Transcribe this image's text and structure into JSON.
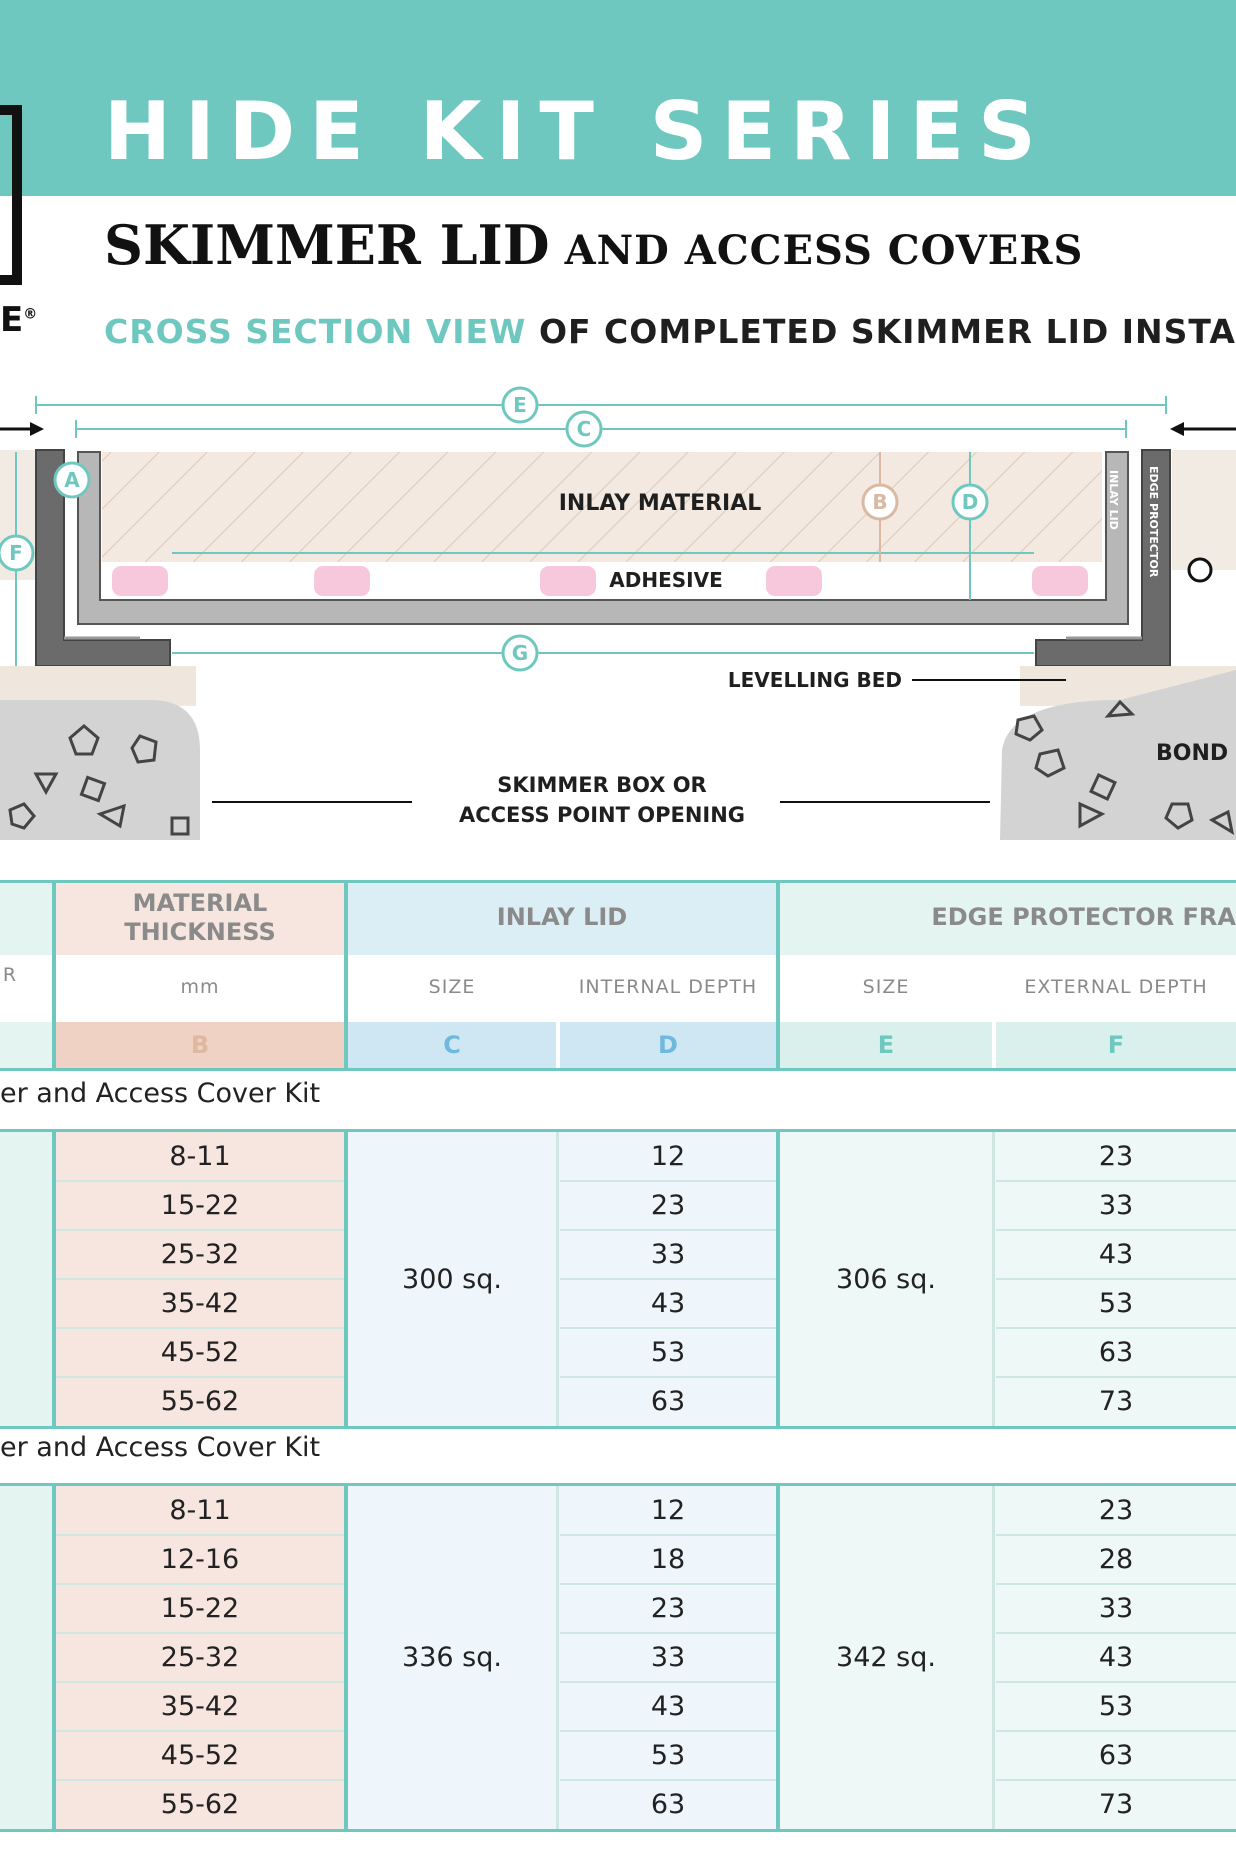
{
  "header": {
    "logo_tail": "E",
    "logo_mark": "®",
    "series_title": "HIDE KIT SERIES",
    "subtitle_big": "SKIMMER LID",
    "subtitle_small": " AND ACCESS COVERS",
    "view_accent": "CROSS SECTION VIEW",
    "view_rest": " OF COMPLETED SKIMMER LID INSTALL"
  },
  "diagram": {
    "labels": {
      "inlay_material": "INLAY MATERIAL",
      "adhesive": "ADHESIVE",
      "levelling_bed": "LEVELLING BED",
      "bond": "BOND",
      "opening_line1": "SKIMMER BOX OR",
      "opening_line2": "ACCESS POINT OPENING",
      "inlay_lid": "INLAY LID",
      "edge_protector": "EDGE PROTECTOR"
    },
    "markers": [
      "A",
      "B",
      "C",
      "D",
      "E",
      "F",
      "G"
    ]
  },
  "colors": {
    "teal": "#6fc8bf",
    "peach": "#f7e6df",
    "peach_dark": "#f0d2c4",
    "blue_light": "#dbeef6",
    "teal_light": "#e3f4f1",
    "grey_frame": "#6b6b6b",
    "pink_pad": "#f7c7dc"
  },
  "table": {
    "headers": {
      "material_thickness": "MATERIAL THICKNESS",
      "inlay_lid": "INLAY LID",
      "edge_protector": "EDGE PROTECTOR FRA"
    },
    "subheaders": {
      "left_cut": "R",
      "mm": "mm",
      "lid_size": "SIZE",
      "lid_depth": "INTERNAL DEPTH",
      "edge_size": "SIZE",
      "edge_depth": "EXTERNAL DEPTH"
    },
    "letters": [
      "B",
      "C",
      "D",
      "E",
      "F"
    ],
    "kits": [
      {
        "label": "er and Access Cover Kit",
        "lid_size": "300 sq.",
        "edge_size": "306 sq.",
        "rows": [
          {
            "thickness": "8-11",
            "internal": "12",
            "external": "23"
          },
          {
            "thickness": "15-22",
            "internal": "23",
            "external": "33"
          },
          {
            "thickness": "25-32",
            "internal": "33",
            "external": "43"
          },
          {
            "thickness": "35-42",
            "internal": "43",
            "external": "53"
          },
          {
            "thickness": "45-52",
            "internal": "53",
            "external": "63"
          },
          {
            "thickness": "55-62",
            "internal": "63",
            "external": "73"
          }
        ]
      },
      {
        "label": "er and Access Cover Kit",
        "lid_size": "336 sq.",
        "edge_size": "342 sq.",
        "rows": [
          {
            "thickness": "8-11",
            "internal": "12",
            "external": "23"
          },
          {
            "thickness": "12-16",
            "internal": "18",
            "external": "28"
          },
          {
            "thickness": "15-22",
            "internal": "23",
            "external": "33"
          },
          {
            "thickness": "25-32",
            "internal": "33",
            "external": "43"
          },
          {
            "thickness": "35-42",
            "internal": "43",
            "external": "53"
          },
          {
            "thickness": "45-52",
            "internal": "53",
            "external": "63"
          },
          {
            "thickness": "55-62",
            "internal": "63",
            "external": "73"
          }
        ]
      }
    ]
  }
}
